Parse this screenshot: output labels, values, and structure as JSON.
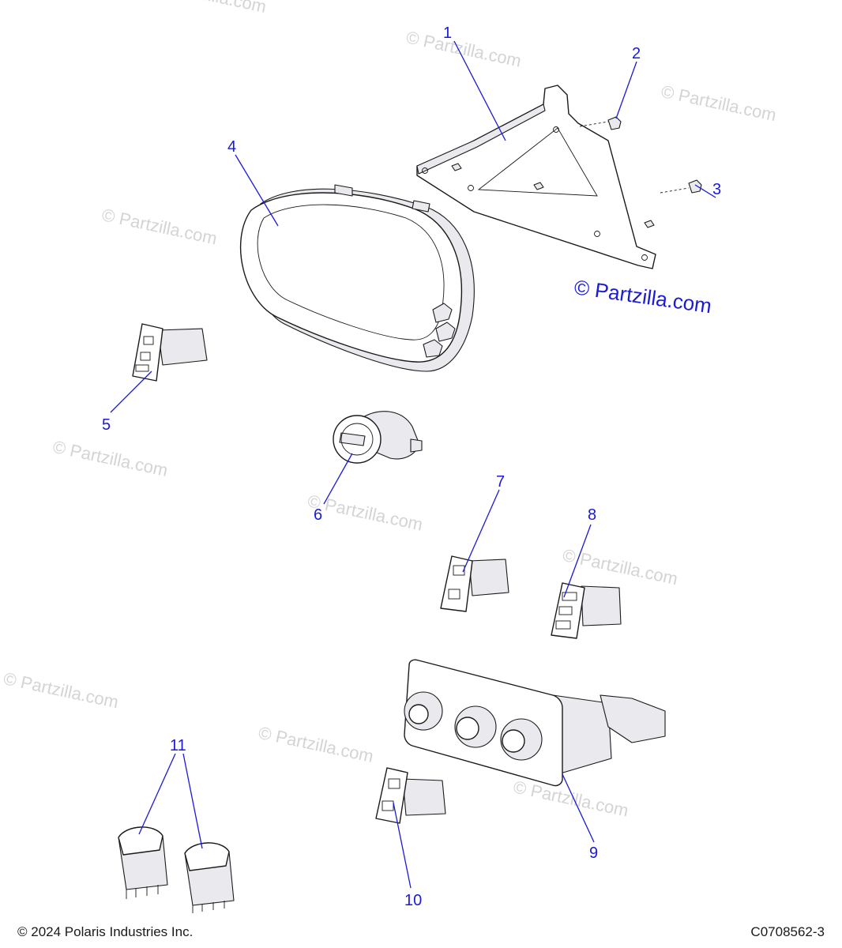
{
  "watermark_text": "© Partzilla.com",
  "brand_mark": "© Partzilla.com",
  "copyright": "© 2024 Polaris Industries Inc.",
  "diagram_code": "C0708562-3",
  "callouts": {
    "c1": "1",
    "c2": "2",
    "c3": "3",
    "c4": "4",
    "c5": "5",
    "c6": "6",
    "c7": "7",
    "c8": "8",
    "c9": "9",
    "c10": "10",
    "c11": "11"
  }
}
